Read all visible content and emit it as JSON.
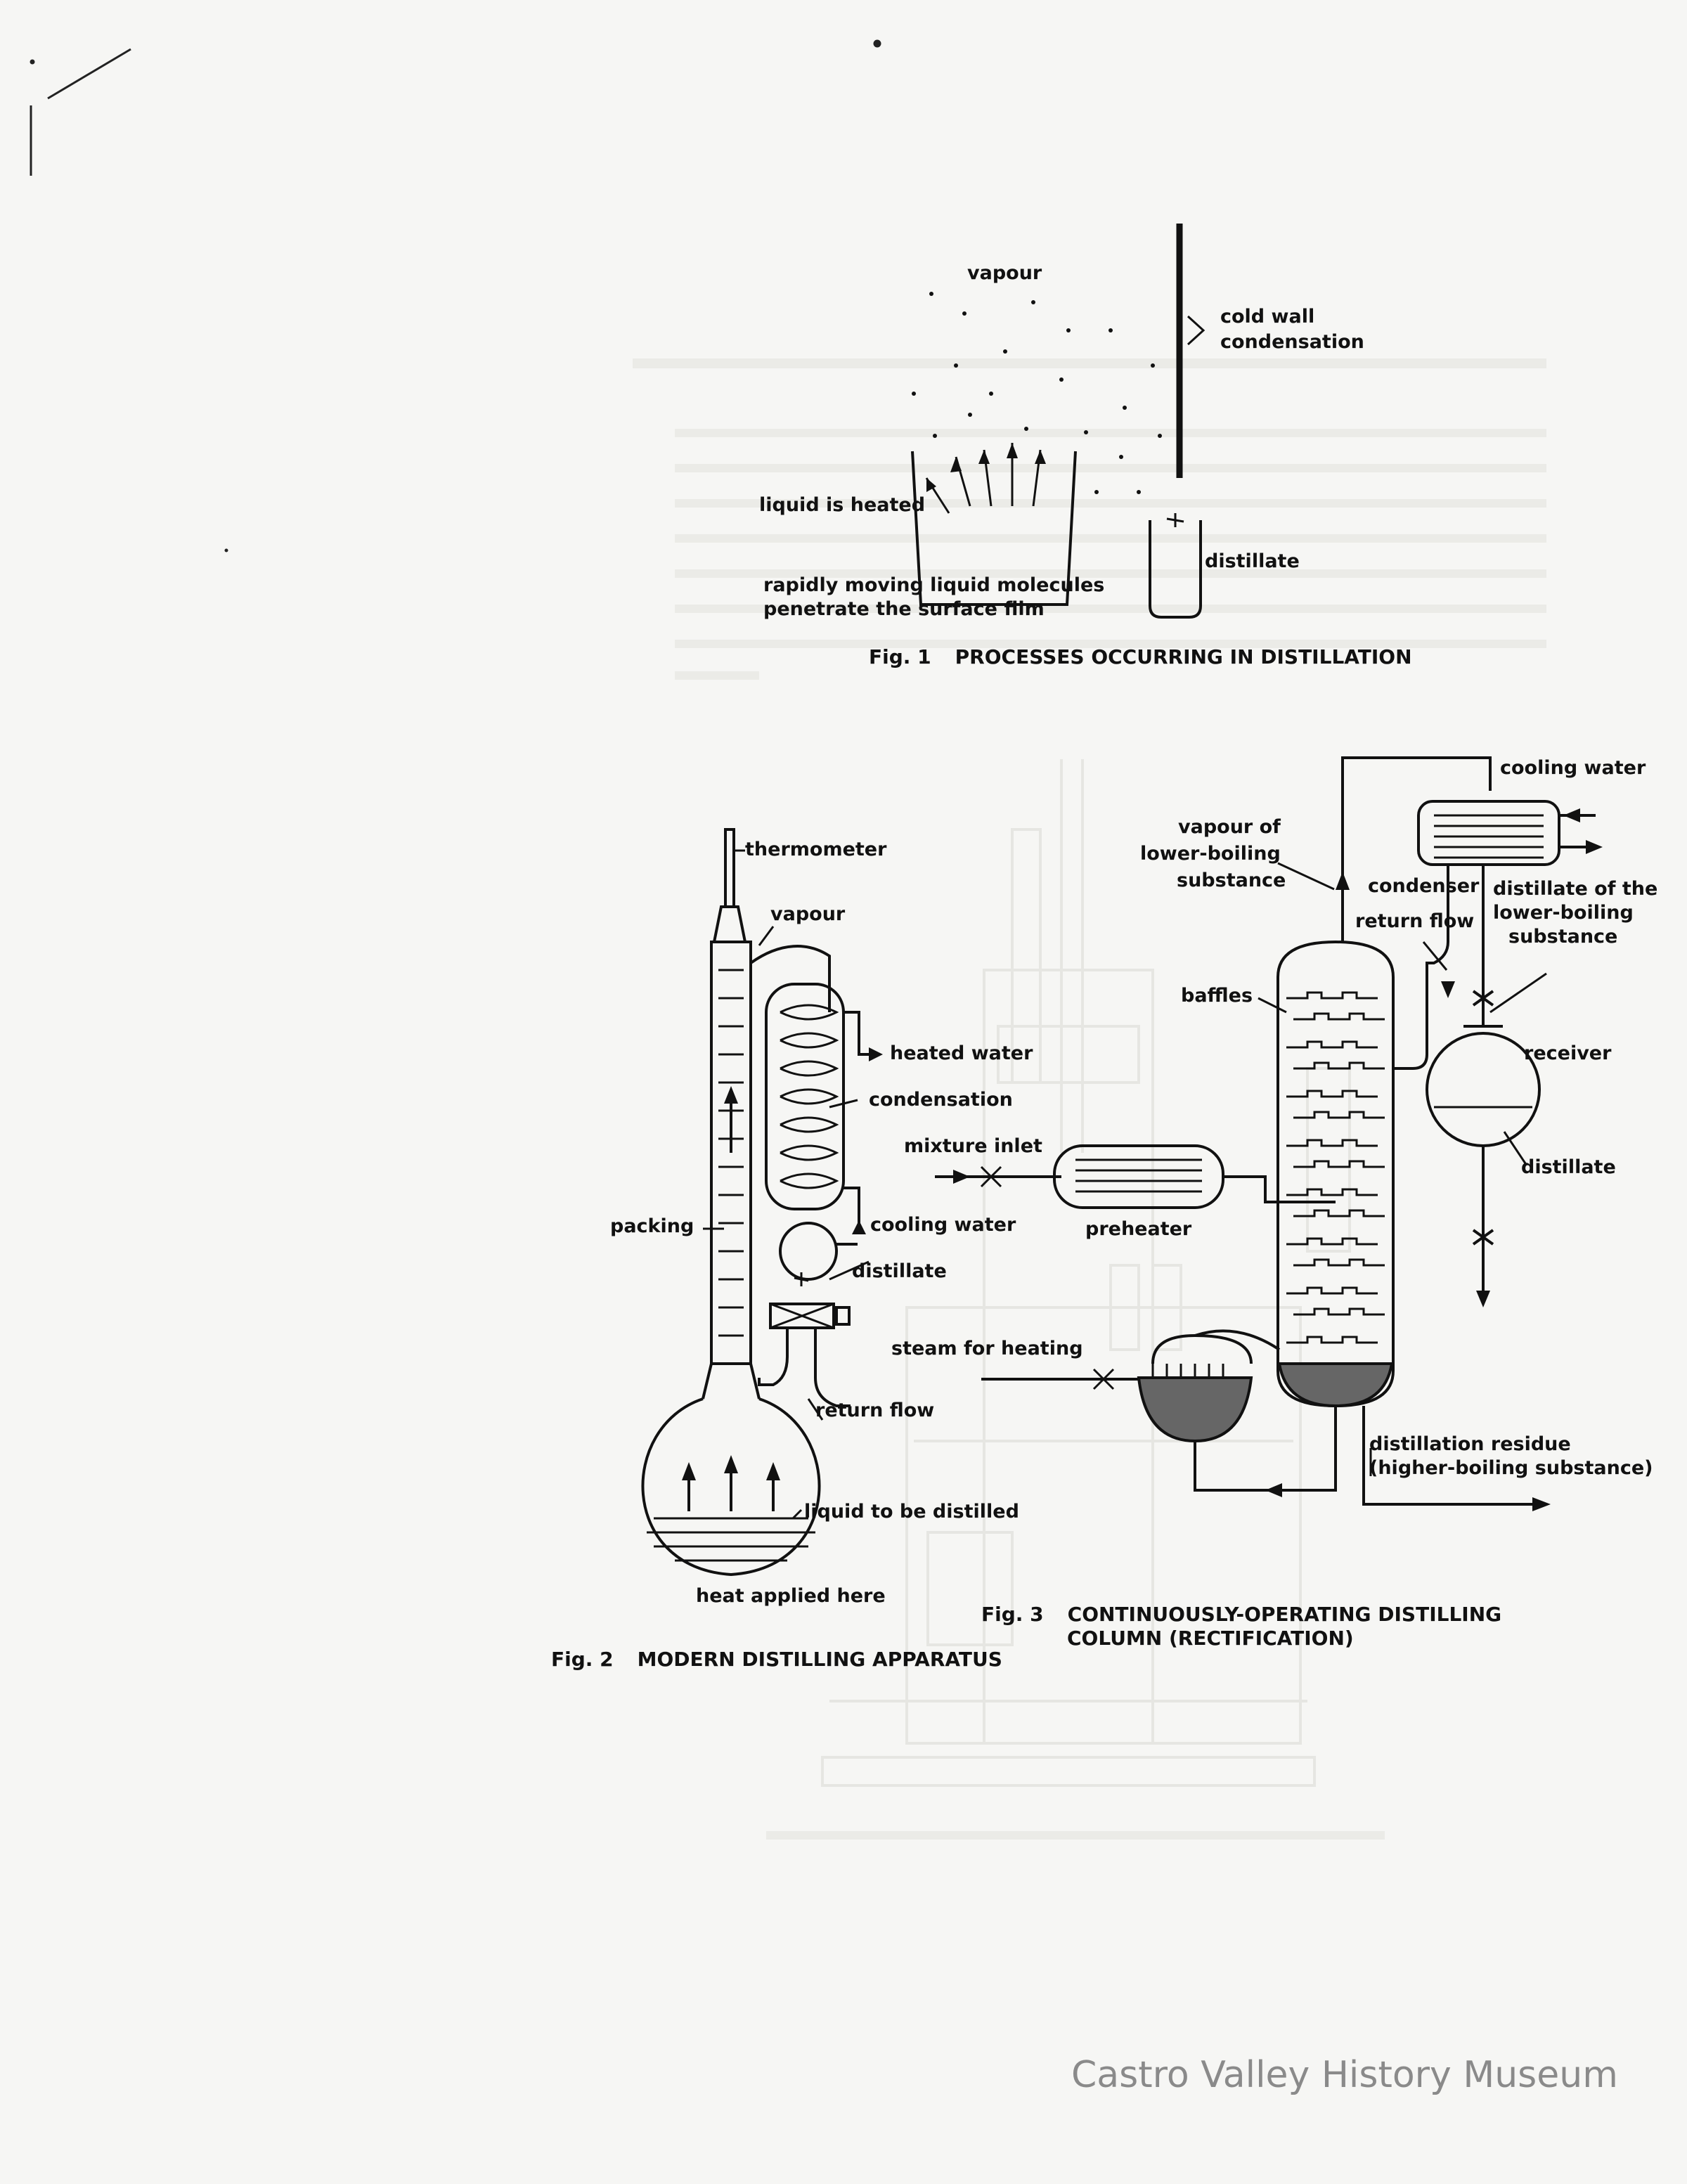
{
  "fig1": {
    "labels": {
      "vapour": "vapour",
      "cold_wall_1": "cold wall",
      "cold_wall_2": "condensation",
      "liquid_heated": "liquid is heated",
      "distillate": "distillate",
      "rapid_1": "rapidly moving liquid molecules",
      "rapid_2": "penetrate the surface film"
    },
    "caption_num": "Fig. 1",
    "caption_title": "PROCESSES OCCURRING IN DISTILLATION"
  },
  "fig2": {
    "labels": {
      "thermometer": "thermometer",
      "vapour": "vapour",
      "heated_water": "heated water",
      "condensation": "condensation",
      "packing": "packing",
      "cooling_water": "cooling water",
      "distillate": "distillate",
      "return_flow": "return flow",
      "liquid": "liquid to be distilled",
      "heat": "heat applied here"
    },
    "caption_num": "Fig. 2",
    "caption_title": "MODERN DISTILLING APPARATUS"
  },
  "fig3": {
    "labels": {
      "cooling_water": "cooling water",
      "vapour_1": "vapour of",
      "vapour_2": "lower-boiling",
      "vapour_3": "substance",
      "condenser": "condenser",
      "dist_lower_1": "distillate of the",
      "dist_lower_2": "lower-boiling",
      "dist_lower_3": "substance",
      "return_flow": "return flow",
      "baffles": "baffles",
      "receiver": "receiver",
      "distillate": "distillate",
      "mixture_inlet": "mixture inlet",
      "preheater": "preheater",
      "steam": "steam for heating",
      "residue_1": "distillation residue",
      "residue_2": "(higher-boiling substance)"
    },
    "caption_num": "Fig. 3",
    "caption_line1": "CONTINUOUSLY-OPERATING DISTILLING",
    "caption_line2": "COLUMN (RECTIFICATION)"
  },
  "watermark": "Castro Valley History Museum",
  "colors": {
    "paper": "#f6f6f4",
    "ink": "#111111",
    "bleed": "#e6e6e2",
    "watermark": "#8a8a8a"
  }
}
